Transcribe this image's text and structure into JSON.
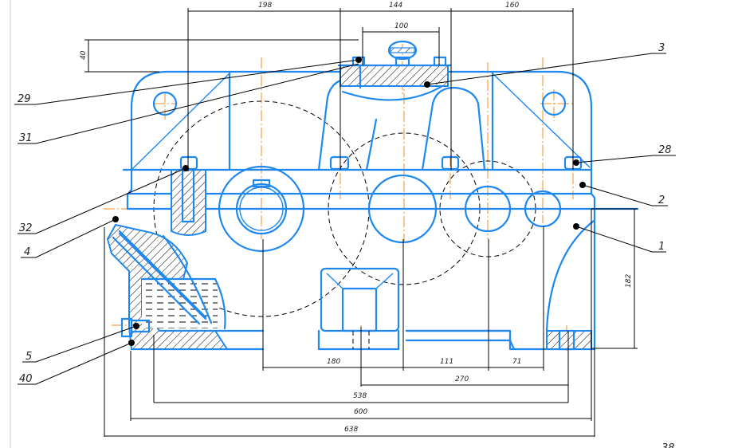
{
  "drawing": {
    "title": "Gear reducer housing assembly drawing",
    "colors": {
      "outline": "#1e88f0",
      "centerline": "#f08c1e",
      "dimension": "#000000"
    },
    "dimensions": {
      "top_left": "198",
      "top_middle": "144",
      "top_right": "160",
      "top_inner": "100",
      "left_height": "40",
      "right_height": "182",
      "bottom_180": "180",
      "bottom_111": "111",
      "bottom_71": "71",
      "bottom_270": "270",
      "overall_538": "538",
      "overall_600": "600",
      "overall_638": "638"
    },
    "callouts": {
      "c29": "29",
      "c31": "31",
      "c32": "32",
      "c4": "4",
      "c5": "5",
      "c40": "40",
      "c3": "3",
      "c28": "28",
      "c2": "2",
      "c1": "1",
      "c38": "38"
    }
  }
}
